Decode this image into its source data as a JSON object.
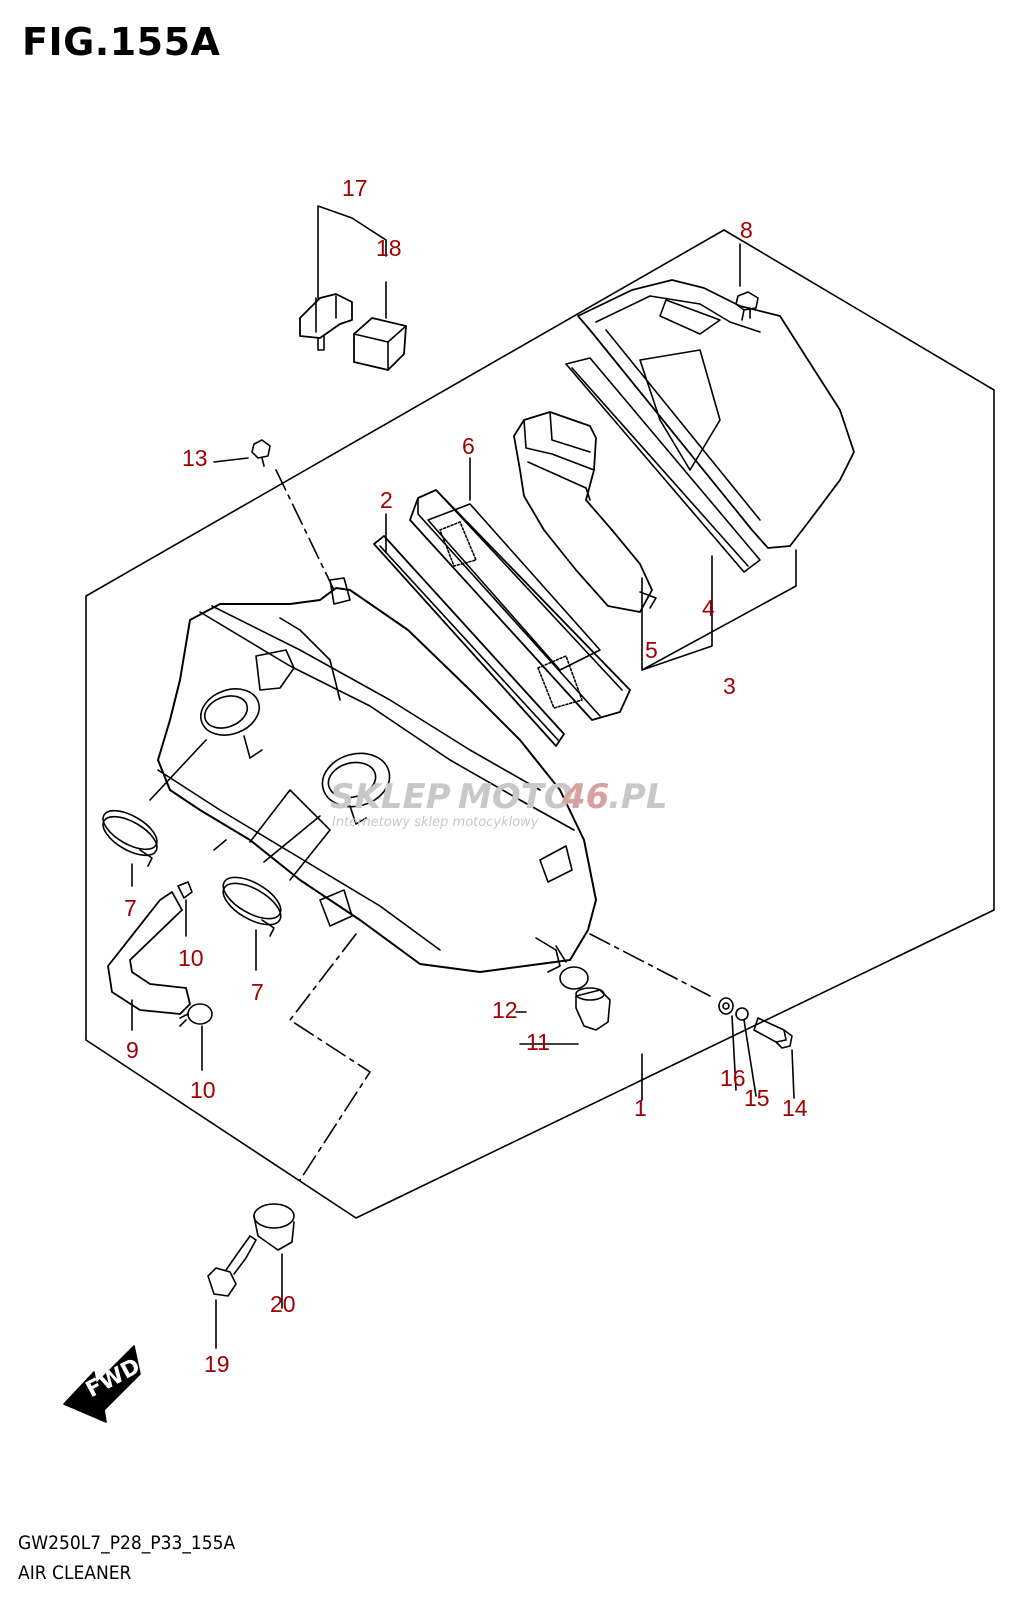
{
  "figure": {
    "title": "FIG.155A",
    "model_code": "GW250L7_P28_P33_155A",
    "section_name": "AIR CLEANER"
  },
  "watermark": {
    "brand_prefix": "SKLEP",
    "brand_middle": "MOTO",
    "brand_number": "46",
    "brand_suffix": ".PL",
    "tagline": "Internetowy sklep motocyklowy"
  },
  "fwd_label": "FWD",
  "callouts": [
    "1",
    "2",
    "3",
    "4",
    "5",
    "6",
    "7",
    "7",
    "8",
    "9",
    "10",
    "10",
    "11",
    "12",
    "13",
    "14",
    "15",
    "16",
    "17",
    "18",
    "19",
    "20"
  ],
  "colors": {
    "callout": "#a00000",
    "line": "#000000",
    "watermark": "#c8c8c8",
    "watermark_accent": "#d9a0a0"
  }
}
